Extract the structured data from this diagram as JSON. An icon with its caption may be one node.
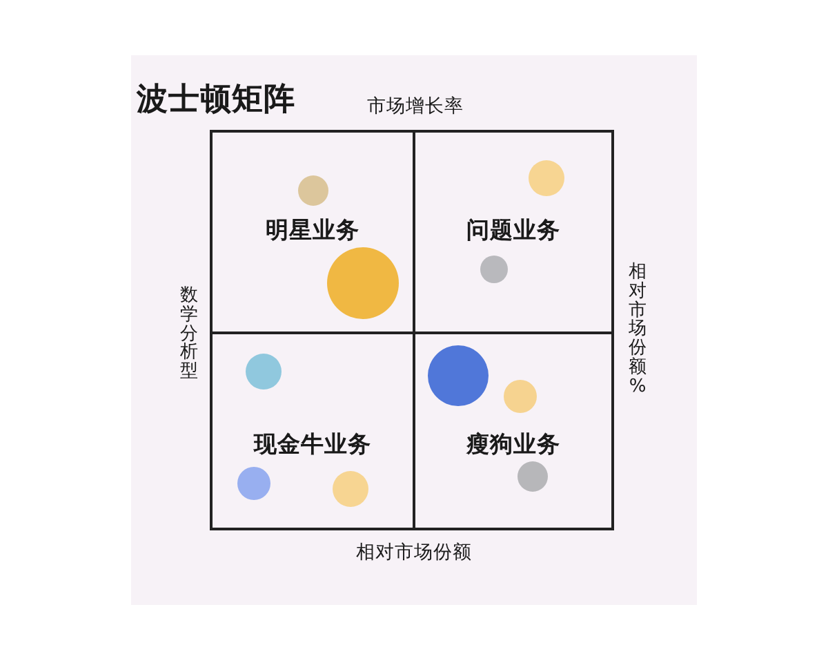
{
  "diagram": {
    "title": "波士顿矩阵",
    "nodes": [
      {
        "text": [
          "明星业务"
        ]
      },
      {
        "text": [
          "问题业务"
        ]
      },
      {
        "text": [
          "现金牛业务"
        ]
      },
      {
        "text": [
          "瘦狗业务"
        ]
      }
    ],
    "labels": [
      "市场增长率",
      "数学分析型",
      "相对市场份额%",
      "相对市场份额"
    ]
  }
}
